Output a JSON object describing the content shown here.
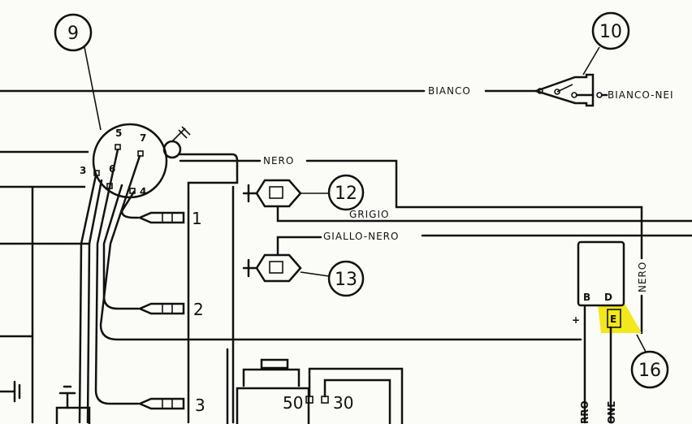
{
  "callouts": {
    "c9": "9",
    "c10": "10",
    "c12": "12",
    "c13": "13",
    "c16": "16"
  },
  "wires": {
    "bianco": "BIANCO",
    "bianco_nero": "BIANCO-NEI",
    "nero_top": "NERO",
    "grigio": "GRIGIO",
    "giallo_nero": "GIALLO-NERO",
    "nero_vertical": "NERO",
    "bottom_left": "RRO",
    "bottom_right": "ONE"
  },
  "distributor": {
    "t5": "5",
    "t7": "7",
    "t3": "3",
    "t6": "6",
    "t4": "4"
  },
  "plugs": {
    "p1": "1",
    "p2": "2",
    "p3": "3"
  },
  "regulator": {
    "b": "B",
    "d": "D",
    "plus": "+",
    "e": "E"
  },
  "starter": {
    "t50": "50",
    "t30": "30"
  },
  "colors": {
    "highlight": "#f2e81c",
    "ink": "#111111"
  }
}
